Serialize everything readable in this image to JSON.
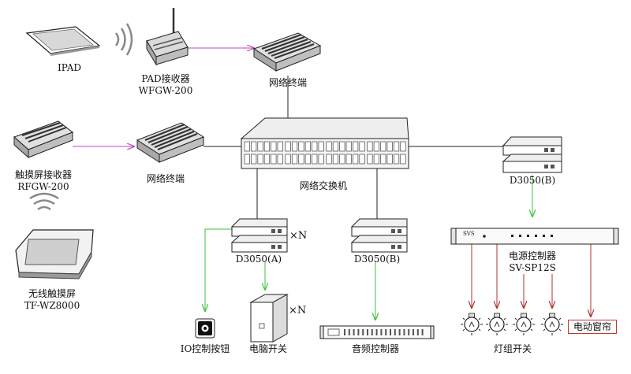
{
  "ipad": {
    "label": "IPAD"
  },
  "pad_receiver": {
    "name": "PAD接收器",
    "model": "WFGW-200"
  },
  "network_terminal_top": {
    "label": "网络终端"
  },
  "network_terminal_mid": {
    "label": "网络终端"
  },
  "touch_receiver": {
    "name": "触摸屏接收器",
    "model": "RFGW-200"
  },
  "switch": {
    "label": "网络交换机"
  },
  "d3050_right": {
    "label": "D3050(B)"
  },
  "d3050_a": {
    "label": "D3050(A)",
    "multiplier": "×N"
  },
  "d3050_b": {
    "label": "D3050(B)"
  },
  "touchscreen": {
    "name": "无线触摸屏",
    "model": "TF-WZ8000"
  },
  "power_controller": {
    "name": "电源控制器",
    "model": "SV-SP12S",
    "brand": "SVS"
  },
  "io_button": {
    "label": "IO控制按钮"
  },
  "pc_switch": {
    "label": "电脑开关",
    "multiplier": "×N"
  },
  "audio_controller": {
    "label": "音频控制器"
  },
  "light_switch": {
    "label": "灯组开关"
  },
  "curtain": {
    "label": "电动窗帘"
  },
  "colors": {
    "green": "#3ec23e",
    "magenta": "#c040c0",
    "red": "#b03030",
    "line": "#222222"
  }
}
